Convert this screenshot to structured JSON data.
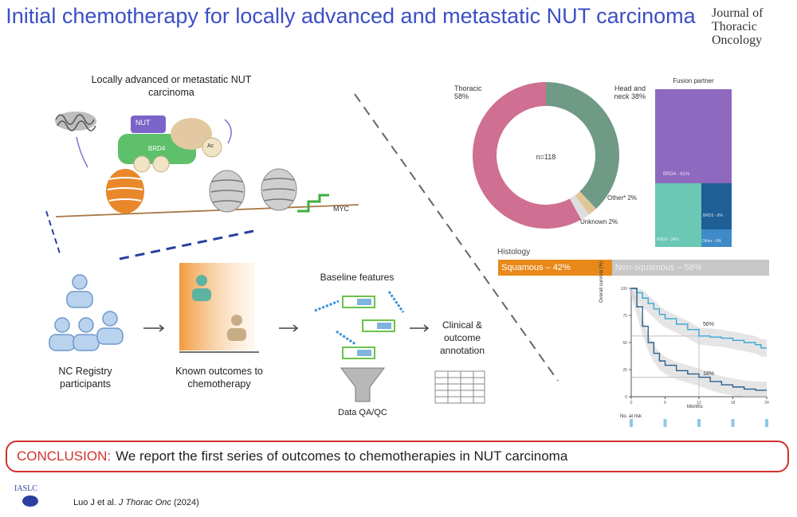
{
  "header": {
    "title": "Initial chemotherapy for locally advanced and metastatic NUT carcinoma",
    "journal": [
      "Journal of",
      "Thoracic",
      "Oncology"
    ]
  },
  "mechanism": {
    "title": "Locally advanced or metastatic NUT carcinoma",
    "nut_label": "NUT",
    "brd4_label": "BRD4",
    "ac_label": "Ac",
    "myc_label": "MYC"
  },
  "workflow": {
    "registry_label": "NC Registry participants",
    "outcomes_label": "Known outcomes to chemotherapy",
    "baseline_label": "Baseline features",
    "qa_label": "Data QA/QC",
    "annotation_label": "Clinical & outcome annotation"
  },
  "donut": {
    "center_label": "n=118",
    "labels": {
      "thoracic": "Thoracic 58%",
      "headneck": "Head and neck 38%",
      "other": "Other* 2%",
      "unknown": "Unknown 2%"
    }
  },
  "fusion": {
    "title": "Fusion partner",
    "labels": {
      "brd4": "BRD4 - 61%",
      "nsd3": "NSD3 - 24%",
      "brd3": "BRD3 - 8%",
      "other": "Other - 6%"
    }
  },
  "histology": {
    "title": "Histology",
    "squamous_label": "Squamous – 42%",
    "nonsquamous_label": "Non-squamous – 58%"
  },
  "km": {
    "ylabel": "Overall survival (%)",
    "xlabel": "Months",
    "at_risk_label": "No. at risk",
    "upper_label": "56%",
    "lower_label": "18%"
  },
  "chart_data": [
    {
      "type": "pie",
      "categories": [
        "Thoracic",
        "Head and neck",
        "Other*",
        "Unknown"
      ],
      "values": [
        58,
        38,
        2,
        2
      ],
      "colors": [
        "#cf6f92",
        "#6f9a86",
        "#e0c79a",
        "#dddddd"
      ]
    },
    {
      "type": "heatmap",
      "title": "Fusion partner",
      "categories": [
        "BRD4",
        "NSD3",
        "BRD3",
        "Other"
      ],
      "values": [
        61,
        24,
        8,
        6
      ],
      "colors": [
        "#8e69bf",
        "#6bc8b5",
        "#1e5f95",
        "#3f8bc8"
      ]
    },
    {
      "type": "bar",
      "title": "Histology",
      "categories": [
        "Squamous",
        "Non-squamous"
      ],
      "values": [
        42,
        58
      ],
      "colors": [
        "#e8891a",
        "#c7c7c7"
      ]
    },
    {
      "type": "line",
      "xlabel": "Months",
      "ylabel": "Overall survival (%)",
      "xlim": [
        0,
        24
      ],
      "ylim": [
        0,
        100
      ],
      "x_ticks": [
        0,
        6,
        12,
        18,
        24
      ],
      "y_ticks": [
        0,
        25,
        50,
        75,
        100
      ],
      "series": [
        {
          "x": [
            0,
            1,
            2,
            3,
            4,
            5,
            6,
            8,
            10,
            12,
            14,
            16,
            18,
            20,
            22,
            23,
            24
          ],
          "y": [
            100,
            96,
            91,
            86,
            81,
            76,
            72,
            67,
            62,
            56,
            55,
            54,
            52,
            50,
            48,
            45,
            45
          ],
          "color": "#3aa6d6"
        },
        {
          "x": [
            0,
            1,
            2,
            3,
            4,
            5,
            6,
            8,
            10,
            12,
            14,
            16,
            18,
            20,
            22,
            24
          ],
          "y": [
            100,
            83,
            65,
            50,
            40,
            33,
            29,
            24,
            21,
            18,
            14,
            11,
            9,
            7,
            6,
            6
          ],
          "color": "#2c5f8c"
        }
      ],
      "annotations": [
        "56%",
        "18%"
      ]
    }
  ],
  "conclusion": {
    "keyword": "CONCLUSION:",
    "text": "We report the first series of outcomes to chemotherapies in NUT carcinoma"
  },
  "citation": {
    "authors": "Luo J et al.",
    "journal": "J Thorac Onc",
    "year": "(2024)",
    "society": "IASLC"
  }
}
